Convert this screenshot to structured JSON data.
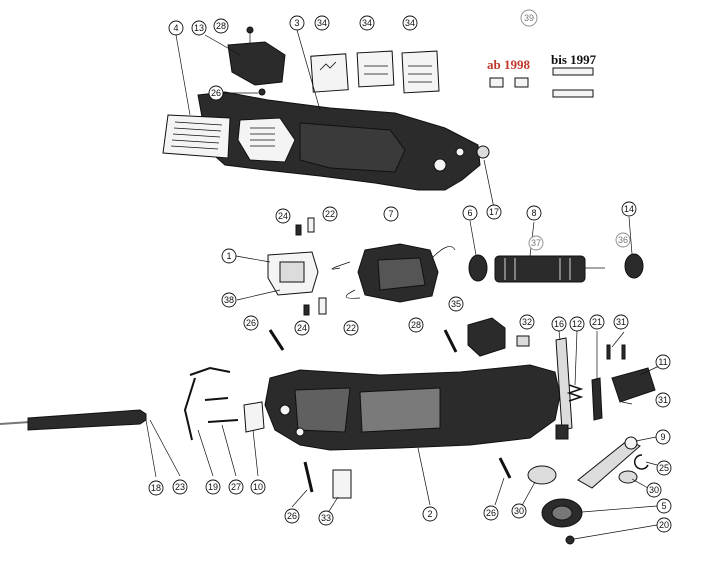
{
  "version_labels": {
    "new": "ab 1998",
    "old": "bis 1997"
  },
  "callouts": {
    "c1": "1",
    "c2": "2",
    "c3": "3",
    "c4": "4",
    "c5": "5",
    "c6": "6",
    "c7": "7",
    "c8": "8",
    "c9": "9",
    "c10": "10",
    "c11": "11",
    "c12": "12",
    "c13": "13",
    "c14": "14",
    "c16": "16",
    "c17": "17",
    "c18": "18",
    "c19": "19",
    "c20": "20",
    "c21": "21",
    "c22a": "22",
    "c22b": "22",
    "c23": "23",
    "c24a": "24",
    "c24b": "24",
    "c25": "25",
    "c26a": "26",
    "c26b": "26",
    "c26c": "26",
    "c26d": "26",
    "c27": "27",
    "c28a": "28",
    "c28b": "28",
    "c30a": "30",
    "c30b": "30",
    "c31a": "31",
    "c31b": "31",
    "c32": "32",
    "c33": "33",
    "c34a": "34",
    "c34b": "34",
    "c34c": "34",
    "c35": "35",
    "c36": "36",
    "c37": "37",
    "c38": "38",
    "c39": "39"
  }
}
